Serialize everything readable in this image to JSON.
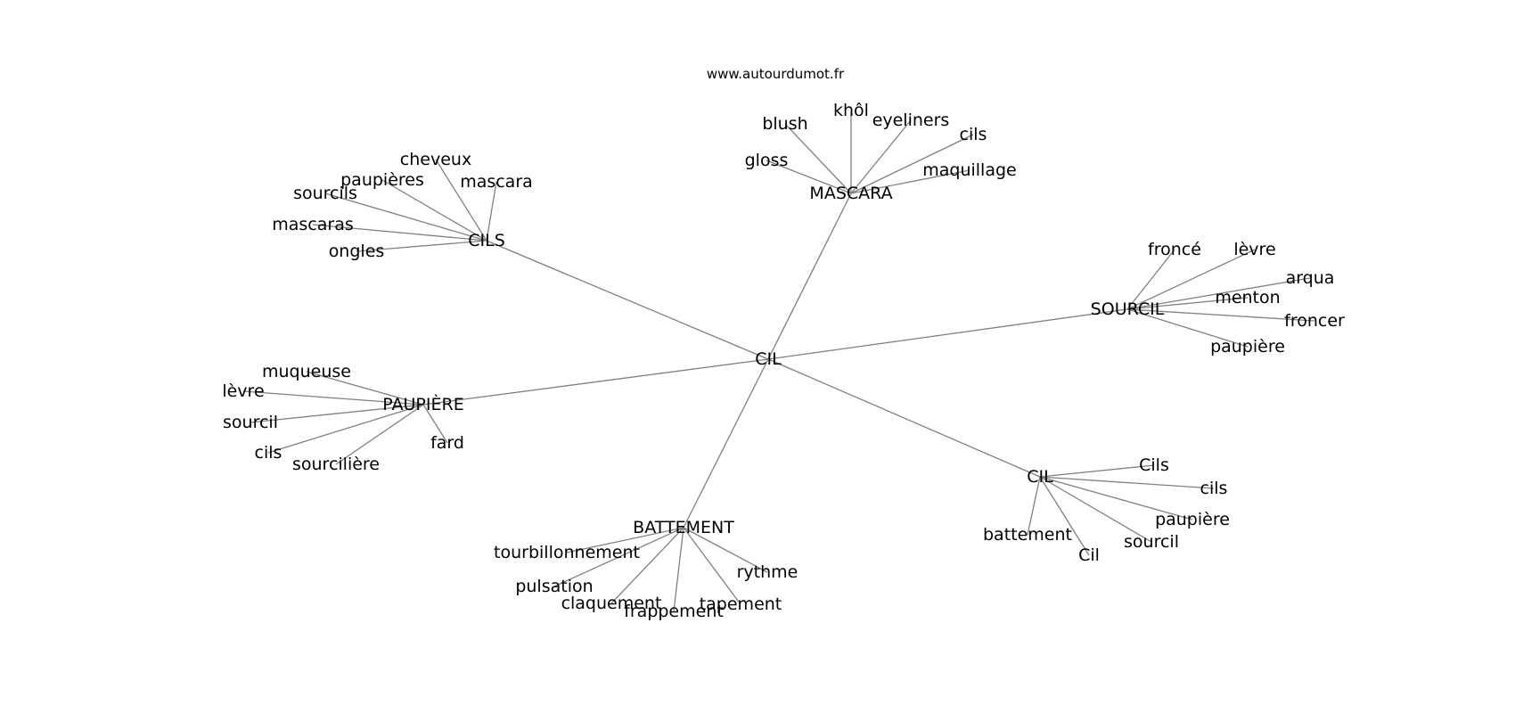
{
  "header": {
    "site": "www.autourdumot.fr"
  },
  "graph": {
    "center": "CIL",
    "hubs": [
      {
        "id": "mascara",
        "label": "MASCARA",
        "leaves": [
          "gloss",
          "blush",
          "khôl",
          "eyeliners",
          "cils",
          "maquillage"
        ]
      },
      {
        "id": "cils",
        "label": "CILS",
        "leaves": [
          "cheveux",
          "paupières",
          "mascara",
          "sourcils",
          "mascaras",
          "ongles"
        ]
      },
      {
        "id": "sourcil",
        "label": "SOURCIL",
        "leaves": [
          "froncé",
          "lèvre",
          "arqua",
          "menton",
          "froncer",
          "paupière"
        ]
      },
      {
        "id": "paupiere",
        "label": "PAUPIÈRE",
        "leaves": [
          "muqueuse",
          "lèvre",
          "sourcil",
          "cils",
          "sourcilière",
          "fard"
        ]
      },
      {
        "id": "cil",
        "label": "CIL",
        "leaves": [
          "Cils",
          "cils",
          "paupière",
          "sourcil",
          "Cil",
          "battement"
        ]
      },
      {
        "id": "battement",
        "label": "BATTEMENT",
        "leaves": [
          "tourbillonnement",
          "pulsation",
          "claquement",
          "frappement",
          "tapement",
          "rythme"
        ]
      }
    ]
  },
  "colors": {
    "edge": "#808080",
    "text": "#000000",
    "background": "#ffffff"
  }
}
